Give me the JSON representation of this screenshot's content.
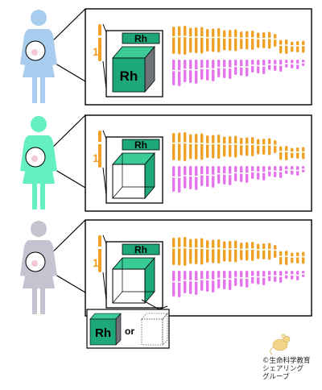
{
  "colors": {
    "mother_blue": "#a9cdee",
    "mother_green": "#64f0c0",
    "mother_gray": "#c6c3d1",
    "womb_pink": "#f3c5d8",
    "chromosome_orange": "#f0a024",
    "chromosome_magenta": "#e573ec",
    "rh_green": "#1ea77a",
    "rh_green_top": "#3acb97",
    "rh_gray_side": "#6f7378",
    "line_black": "#000000"
  },
  "icons": [
    "mother-icon",
    "womb-icon",
    "fetus-icon",
    "chromosome-icon",
    "rh-cube-icon",
    "empty-cube-icon",
    "mouse-mascot-icon"
  ],
  "panels": [
    {
      "mother_color": "mother_blue",
      "chromosome_label": "1",
      "box_label": "Rh",
      "cube_label": "Rh",
      "cube_filled": true,
      "inset": null
    },
    {
      "mother_color": "mother_green",
      "chromosome_label": "1",
      "box_label": "Rh",
      "cube_label": "",
      "cube_filled": false,
      "inset": null
    },
    {
      "mother_color": "mother_gray",
      "chromosome_label": "1",
      "box_label": "Rh",
      "cube_label": "",
      "cube_filled": false,
      "inset": {
        "left_label": "Rh",
        "or_label": "or"
      }
    }
  ],
  "credit": {
    "line1": "©生命科学教育",
    "line2": "シェアリング",
    "line3": "グループ"
  }
}
